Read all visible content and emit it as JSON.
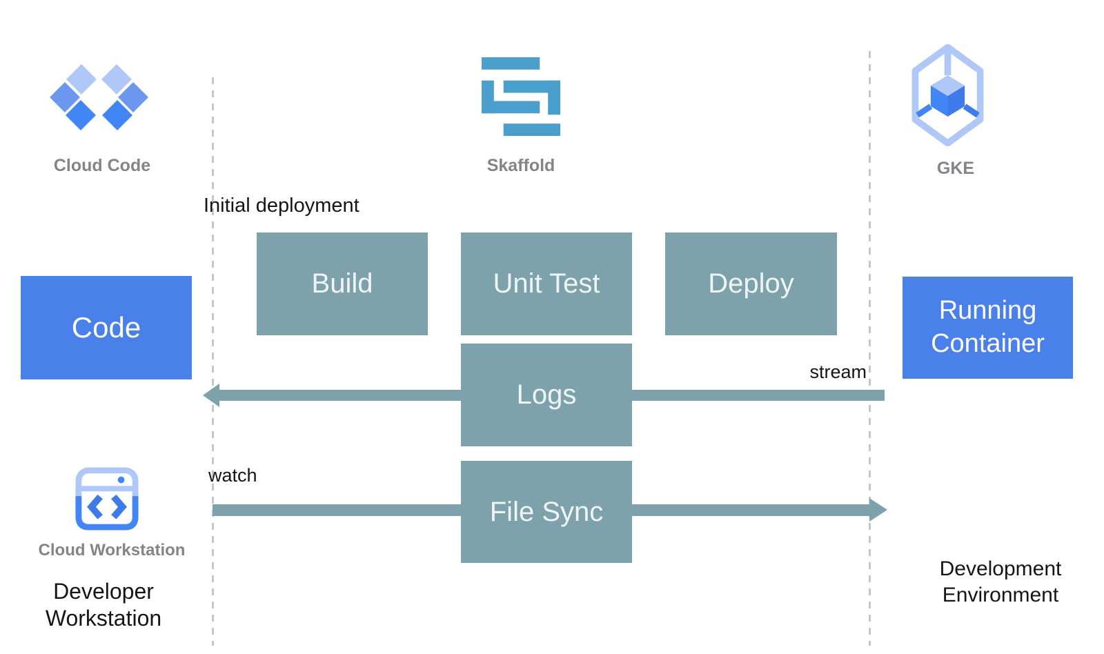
{
  "colors": {
    "teal": "#7DA2AB",
    "blue": "#4A80E9",
    "skaffold_blue": "#4B9FCD",
    "google_blue": "#4285F4",
    "deep_blue": "#3E7BE9",
    "mid_blue": "#6B97EF",
    "light_blue": "#AFC8F7",
    "gray_caption": "#828589",
    "text_dark": "#151515",
    "dash": "#B9BEC4"
  },
  "tools": {
    "cloud_code": {
      "label": "Cloud Code",
      "icon": "diamond-cluster-icon"
    },
    "skaffold": {
      "label": "Skaffold",
      "icon": "skaffold-s-bars-icon"
    },
    "gke": {
      "label": "GKE",
      "icon": "hexagon-cube-icon"
    },
    "cloud_workstation": {
      "label": "Cloud Workstation",
      "icon": "code-window-icon"
    }
  },
  "boxes": {
    "code": {
      "label": "Code"
    },
    "build": {
      "label": "Build"
    },
    "unit_test": {
      "label": "Unit Test"
    },
    "deploy": {
      "label": "Deploy"
    },
    "logs": {
      "label": "Logs"
    },
    "file_sync": {
      "label": "File Sync"
    },
    "running_container": {
      "label": "Running Container"
    }
  },
  "arrows": {
    "stream": {
      "label": "stream",
      "direction": "left"
    },
    "watch": {
      "label": "watch",
      "direction": "right"
    }
  },
  "annotations": {
    "initial_deployment": "Initial deployment",
    "developer_workstation": "Developer Workstation",
    "development_environment": "Development Environment"
  }
}
